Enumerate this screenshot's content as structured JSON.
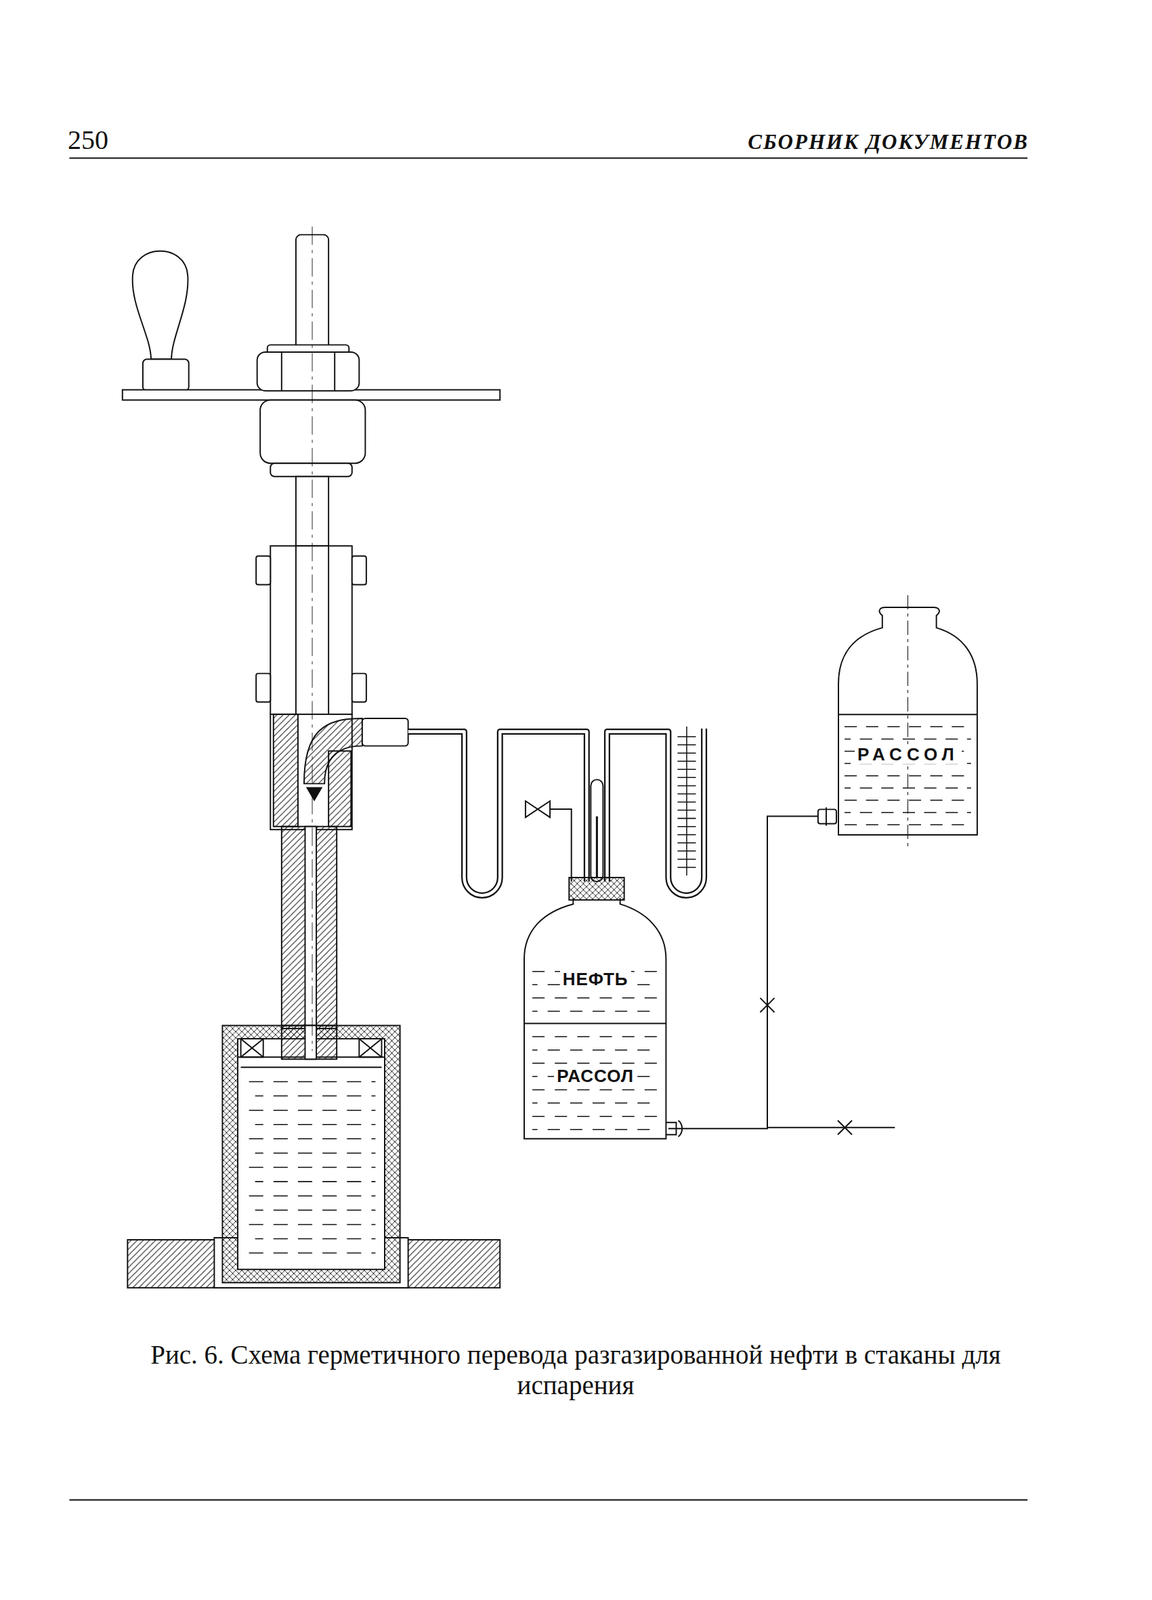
{
  "diagram": {
    "caption": "Рис. 6. Схема герметичного перевода разгазированной нефти в стаканы для испарения",
    "nodes": [
      {
        "text": [
          "НЕФТЬ",
          "РАССОЛ"
        ]
      },
      {
        "text": [
          "РАССОЛ"
        ]
      }
    ],
    "edges": [
      {
        "from": 1,
        "to": 0,
        "arrow": "none"
      }
    ],
    "labels": [
      "250",
      "СБОРНИК ДОКУМЕНТОВ"
    ]
  }
}
